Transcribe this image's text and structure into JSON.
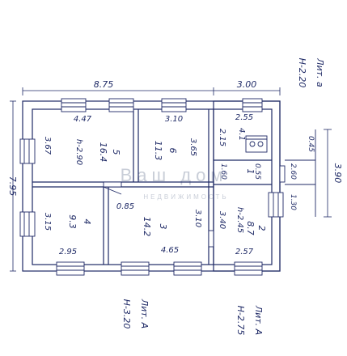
{
  "watermark": {
    "brand": "Ваш дом",
    "tagline": "НЕДВИЖИМОСТЬ"
  },
  "outer_dims": {
    "top_left": "8.75",
    "top_right": "3.00",
    "left": "7.95",
    "right": "3.90",
    "right_small": "0.45",
    "right_mid": "2.60",
    "right_low": "1.30"
  },
  "labels": {
    "lit_a": {
      "line1": "Лит. а",
      "line2": "Н-2.20"
    },
    "lit_A": {
      "line1": "Лит. А",
      "line2": "Н-3.20"
    },
    "lit_A1": {
      "line1": "Лит. А",
      "line2": "Н-2.75"
    }
  },
  "rooms": [
    {
      "id": "5",
      "area": "16.4",
      "height_note": "h-2.90",
      "w": "4.47",
      "h": "3.67"
    },
    {
      "id": "6",
      "area": "11.3",
      "w": "3.10",
      "h": "3.65"
    },
    {
      "id": "4",
      "area": "9.3",
      "w": "2.95",
      "h": "3.15"
    },
    {
      "id": "3",
      "area": "14.2",
      "w": "4.65",
      "h": "3.10",
      "door": "0.85"
    },
    {
      "id": "1",
      "area": "4.1",
      "w": "2.55",
      "h": "2.15",
      "extra": "1.60",
      "extra2": "0.55"
    },
    {
      "id": "2",
      "area": "8.7",
      "height_note": "h-2.45",
      "w": "2.57",
      "h": "3.40"
    }
  ]
}
